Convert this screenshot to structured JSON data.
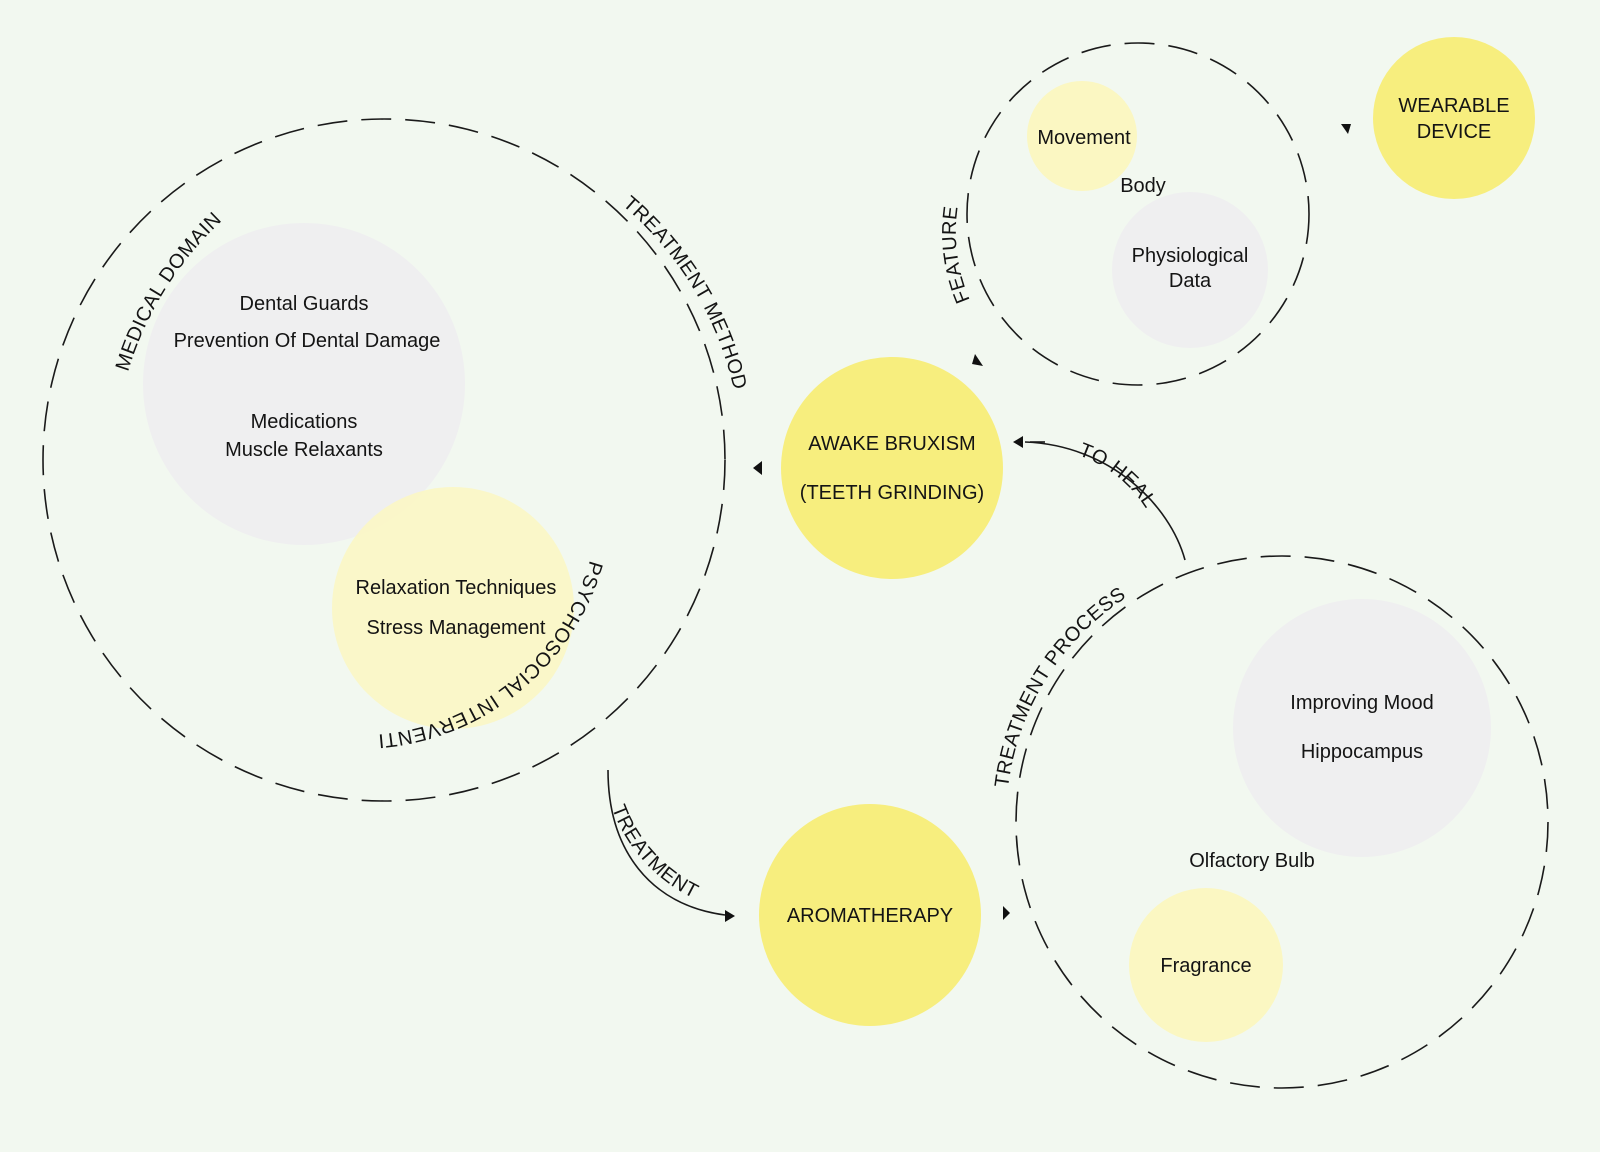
{
  "colors": {
    "background": "#f2f8f0",
    "bright_yellow": "#f7ee7e",
    "pale_yellow": "#fbf7c2",
    "light_gray": "#efeff0"
  },
  "medical": {
    "arc_medical_domain": "MEDICAL DOMAIN",
    "arc_treatment_method": "TREATMENT METHOD",
    "arc_psychosocial": "PSYCHOSOCIAL INTERVENTIONS",
    "gray_line1": "Dental Guards",
    "gray_line2": "Prevention Of Dental Damage",
    "gray_line3": "Medications",
    "gray_line4": "Muscle Relaxants",
    "yellow_line1": "Relaxation Techniques",
    "yellow_line2": "Stress Management"
  },
  "bruxism": {
    "line1": "AWAKE BRUXISM",
    "line2": "(TEETH GRINDING)"
  },
  "feature": {
    "arc_feature": "FEATURE",
    "movement": "Movement",
    "body": "Body",
    "physio_line1": "Physiological",
    "physio_line2": "Data"
  },
  "wearable": {
    "line1": "WEARABLE",
    "line2": "DEVICE"
  },
  "aromatherapy": {
    "label": "AROMATHERAPY",
    "arc_treatment": "TREATMENT"
  },
  "process": {
    "arc_treatment_process": "TREATMENT PROCESS",
    "arc_to_heal": "TO HEAL",
    "improving_mood": "Improving Mood",
    "hippocampus": "Hippocampus",
    "olfactory_bulb": "Olfactory Bulb",
    "fragrance": "Fragrance"
  }
}
